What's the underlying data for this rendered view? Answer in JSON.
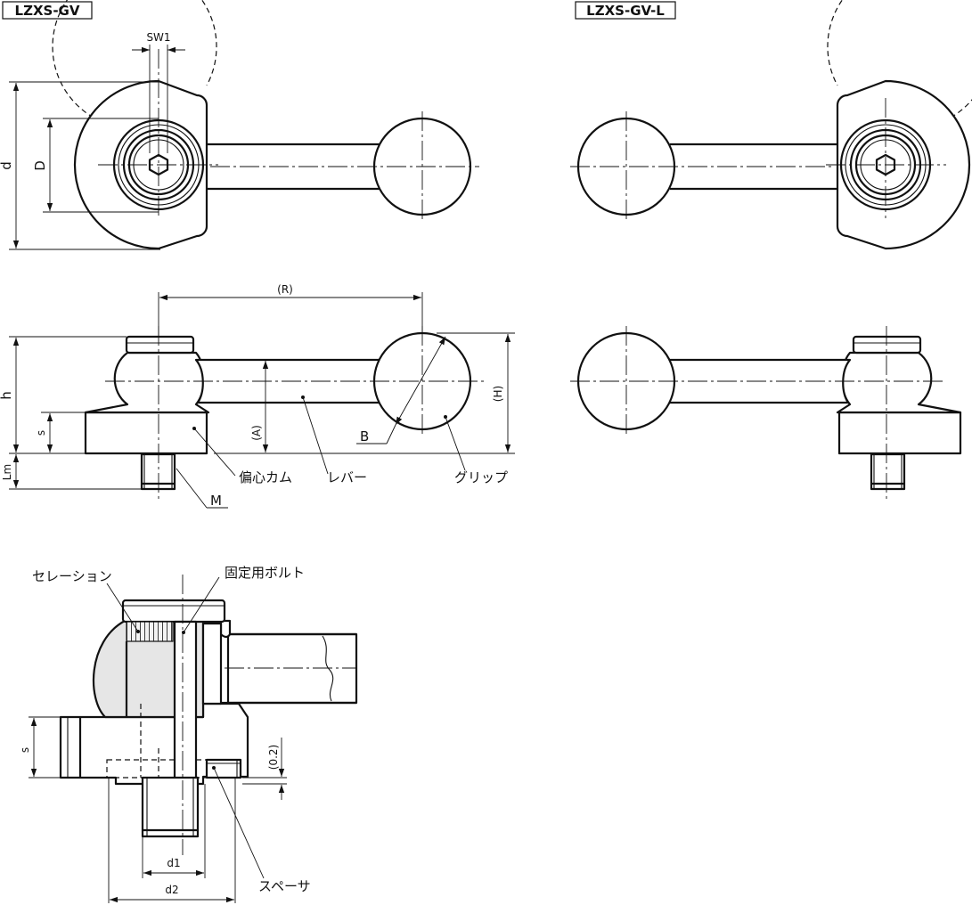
{
  "titles": {
    "left": "LZXS-GV",
    "right": "LZXS-GV-L"
  },
  "dims": {
    "sw1": "SW1",
    "d": "d",
    "D": "D",
    "R": "(R)",
    "h": "h",
    "s": "s",
    "Lm": "Lm",
    "A": "(A)",
    "H": "(H)",
    "B": "B",
    "M": "M",
    "gap": "(0.2)",
    "s_detail": "s",
    "d1": "d1",
    "d2": "d2"
  },
  "parts": {
    "cam": "偏心カム",
    "lever": "レバー",
    "grip": "グリップ",
    "serration": "セレーション",
    "fixing_bolt": "固定用ボルト",
    "spacer": "スペーサ"
  }
}
